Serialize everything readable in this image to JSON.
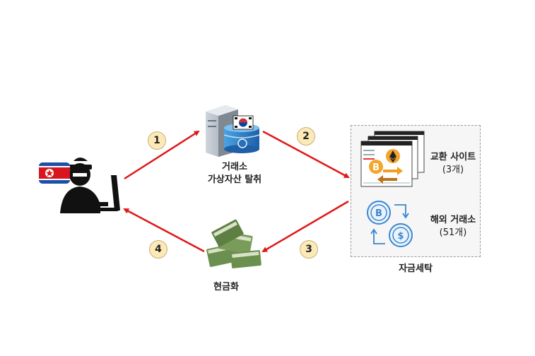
{
  "steps": [
    "1",
    "2",
    "3",
    "4"
  ],
  "exchange": {
    "line1": "거래소",
    "line2": "가상자산 탈취"
  },
  "swap_sites": {
    "line1": "교환 사이트",
    "line2": "(3개)"
  },
  "overseas": {
    "line1": "해외 거래소",
    "line2": "(51개)"
  },
  "laundering": "자금세탁",
  "cashing": "현금화",
  "colors": {
    "arrow": "#e01818",
    "step_fill": "#fbe9b7",
    "box_border": "#9a9a9a"
  },
  "icons": [
    "hacker-icon",
    "north-korea-flag-icon",
    "server-icon",
    "south-korea-flag-icon",
    "database-icon",
    "exchange-site-icon",
    "bitcoin-icon",
    "ethereum-icon",
    "dollar-coin-icon",
    "cash-money-icon"
  ]
}
